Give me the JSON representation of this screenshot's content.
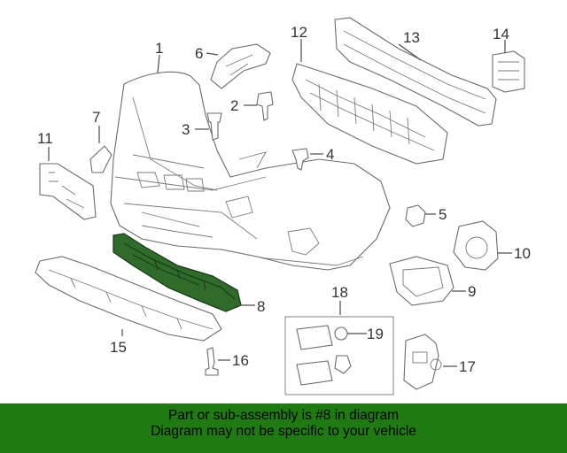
{
  "diagram": {
    "callouts": {
      "c1": "1",
      "c2": "2",
      "c3": "3",
      "c4": "4",
      "c5": "5",
      "c6": "6",
      "c7": "7",
      "c8": "8",
      "c9": "9",
      "c10": "10",
      "c11": "11",
      "c12": "12",
      "c13": "13",
      "c14": "14",
      "c15": "15",
      "c16": "16",
      "c17": "17",
      "c18": "18",
      "c19": "19"
    },
    "highlight_color": "#1f7a12"
  },
  "footer": {
    "line1": "Part or sub-assembly is #8 in diagram",
    "line2": "Diagram may not be specific to your vehicle",
    "background": "#1f7a12"
  }
}
